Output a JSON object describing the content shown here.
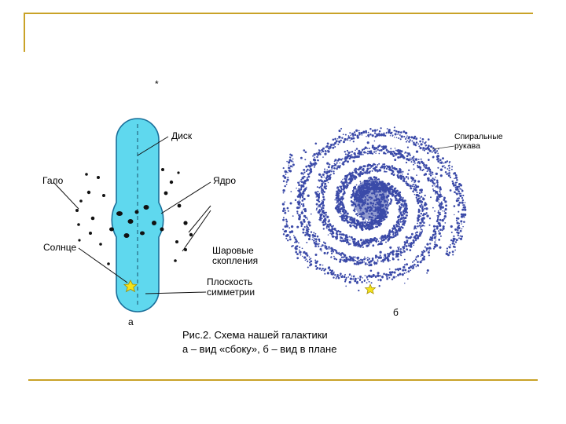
{
  "labels": {
    "star_mark": "*",
    "disk": "Диск",
    "halo": "Гало",
    "core": "Ядро",
    "sun": "Солнце",
    "globular_1": "Шаровые",
    "globular_2": "скопления",
    "plane_1": "Плоскость",
    "plane_2": "симметрии",
    "arms_1": "Спиральные",
    "arms_2": "рукава",
    "panel_a": "а",
    "panel_b": "б"
  },
  "caption": {
    "line1": "Рис.2. Схема нашей галактики",
    "line2": "а – вид «сбоку», б – вид в плане"
  },
  "colors": {
    "frame": "#c9a227",
    "disk_fill": "#5fd8ee",
    "disk_stroke": "#1a6f9a",
    "spiral_dots": "#3b4aa8",
    "sun": "#f4e21a"
  }
}
